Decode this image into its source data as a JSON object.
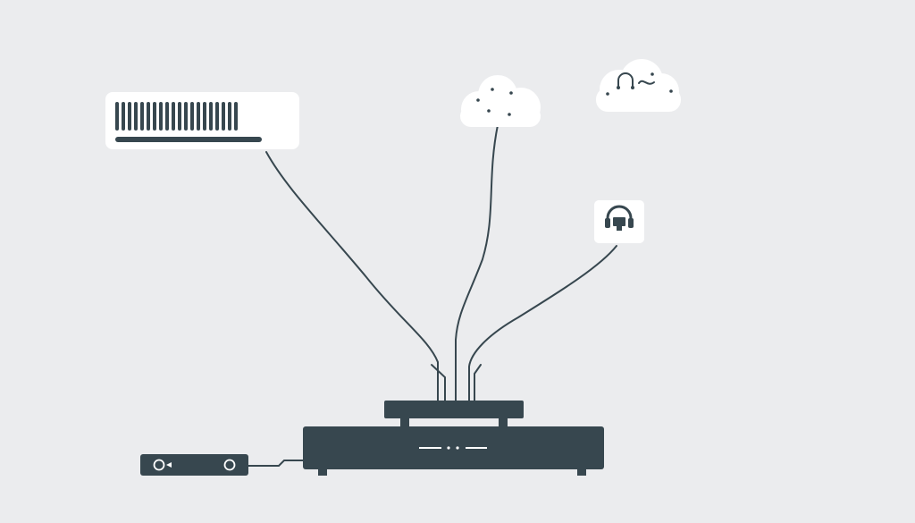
{
  "diagram": {
    "title": "",
    "colors": {
      "background": "#ebecee",
      "panel": "#ffffff",
      "ink": "#37474f",
      "cable": "#37474f"
    },
    "nodes": [
      {
        "id": "server-panel",
        "icon": "server-rack-icon",
        "bar_count": 20
      },
      {
        "id": "cloud-left",
        "icon": "cloud-dots-icon"
      },
      {
        "id": "cloud-right",
        "icon": "cloud-signal-icon"
      },
      {
        "id": "headset-tile",
        "icon": "headset-icon"
      },
      {
        "id": "router",
        "icon": "router-icon"
      },
      {
        "id": "modem",
        "icon": "modem-icon"
      }
    ],
    "edges": [
      {
        "from": "server-panel",
        "to": "router"
      },
      {
        "from": "cloud-left",
        "to": "router"
      },
      {
        "from": "headset-tile",
        "to": "router"
      },
      {
        "from": "modem",
        "to": "router"
      }
    ]
  }
}
